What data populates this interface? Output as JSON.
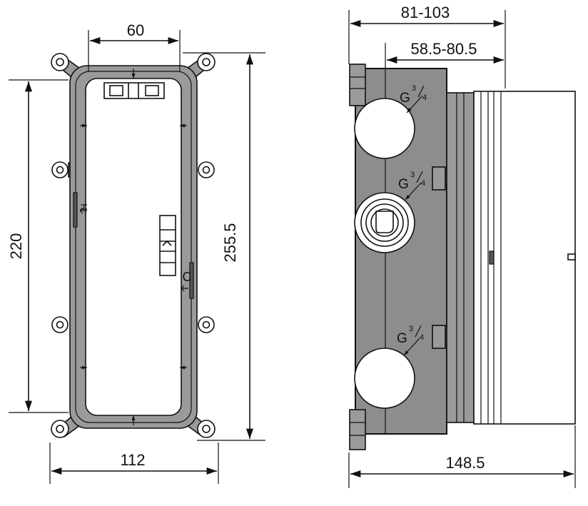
{
  "front_view": {
    "dim_top": "60",
    "dim_bottom": "112",
    "dim_left": "220",
    "dim_right": "255.5",
    "hot_label": "H",
    "cold_label": "C"
  },
  "side_view": {
    "dim_top_outer": "81-103",
    "dim_top_inner": "58.5-80.5",
    "dim_bottom": "148.5",
    "ports": [
      {
        "prefix": "G",
        "num": "3",
        "den": "4"
      },
      {
        "prefix": "G",
        "num": "3",
        "den": "4"
      },
      {
        "prefix": "G",
        "num": "3",
        "den": "4"
      }
    ]
  },
  "colors": {
    "line": "#111111",
    "body_fill": "#8d8d8d",
    "background": "#ffffff"
  }
}
